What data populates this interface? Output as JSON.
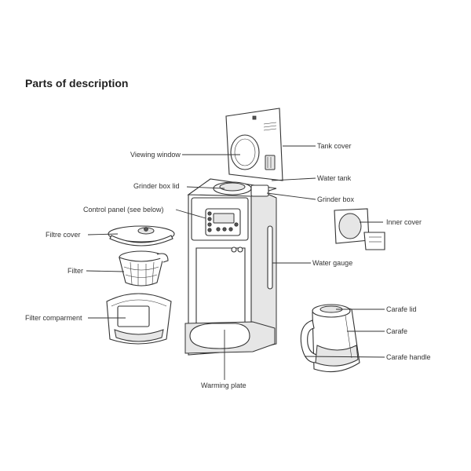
{
  "title": "Parts of description",
  "labels": {
    "viewing_window": "Viewing window",
    "grinder_box_lid": "Grinder box lid",
    "control_panel": "Control panel (see below)",
    "filtre_cover": "Filtre cover",
    "filter": "Filter",
    "filter_compartment": "Filter comparment",
    "tank_cover": "Tank cover",
    "water_tank": "Water tank",
    "grinder_box": "Grinder box",
    "inner_cover": "Inner cover",
    "water_gauge": "Water gauge",
    "carafe_lid": "Carafe lid",
    "carafe": "Carafe",
    "carafe_handle": "Carafe handle",
    "warming_plate": "Warming plate"
  }
}
